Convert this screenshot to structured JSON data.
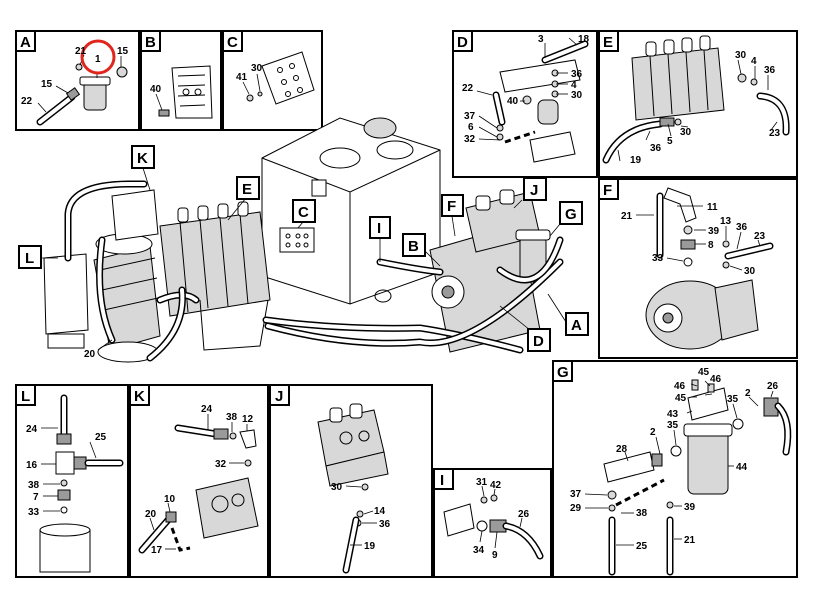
{
  "highlight_color": "#e0261d",
  "panels": [
    {
      "id": "A",
      "label": "A"
    },
    {
      "id": "B",
      "label": "B"
    },
    {
      "id": "C",
      "label": "C"
    },
    {
      "id": "D",
      "label": "D"
    },
    {
      "id": "E",
      "label": "E"
    },
    {
      "id": "F",
      "label": "F"
    },
    {
      "id": "G",
      "label": "G"
    },
    {
      "id": "I",
      "label": "I"
    },
    {
      "id": "J",
      "label": "J"
    },
    {
      "id": "K",
      "label": "K"
    },
    {
      "id": "L",
      "label": "L"
    }
  ],
  "main_tags": [
    "K",
    "E",
    "C",
    "I",
    "F",
    "J",
    "G",
    "B",
    "L",
    "A",
    "D"
  ],
  "callouts": {
    "A": [
      "21",
      "1",
      "15",
      "15",
      "22"
    ],
    "B": [
      "40"
    ],
    "C": [
      "41",
      "30"
    ],
    "D": [
      "3",
      "18",
      "36",
      "4",
      "30",
      "22",
      "40",
      "37",
      "6",
      "32"
    ],
    "E": [
      "30",
      "4",
      "36",
      "30",
      "5",
      "36",
      "19",
      "23"
    ],
    "F": [
      "11",
      "21",
      "39",
      "8",
      "13",
      "36",
      "23",
      "33",
      "30"
    ],
    "G": [
      "46",
      "45",
      "46",
      "45",
      "43",
      "35",
      "2",
      "26",
      "2",
      "35",
      "28",
      "44",
      "37",
      "29",
      "38",
      "39",
      "25",
      "21"
    ],
    "I": [
      "31",
      "42",
      "26",
      "34",
      "9"
    ],
    "J": [
      "30",
      "14",
      "36",
      "19"
    ],
    "K": [
      "24",
      "38",
      "12",
      "32",
      "10",
      "20",
      "17"
    ],
    "L": [
      "24",
      "25",
      "16",
      "38",
      "7",
      "33"
    ],
    "main": [
      "20"
    ]
  }
}
